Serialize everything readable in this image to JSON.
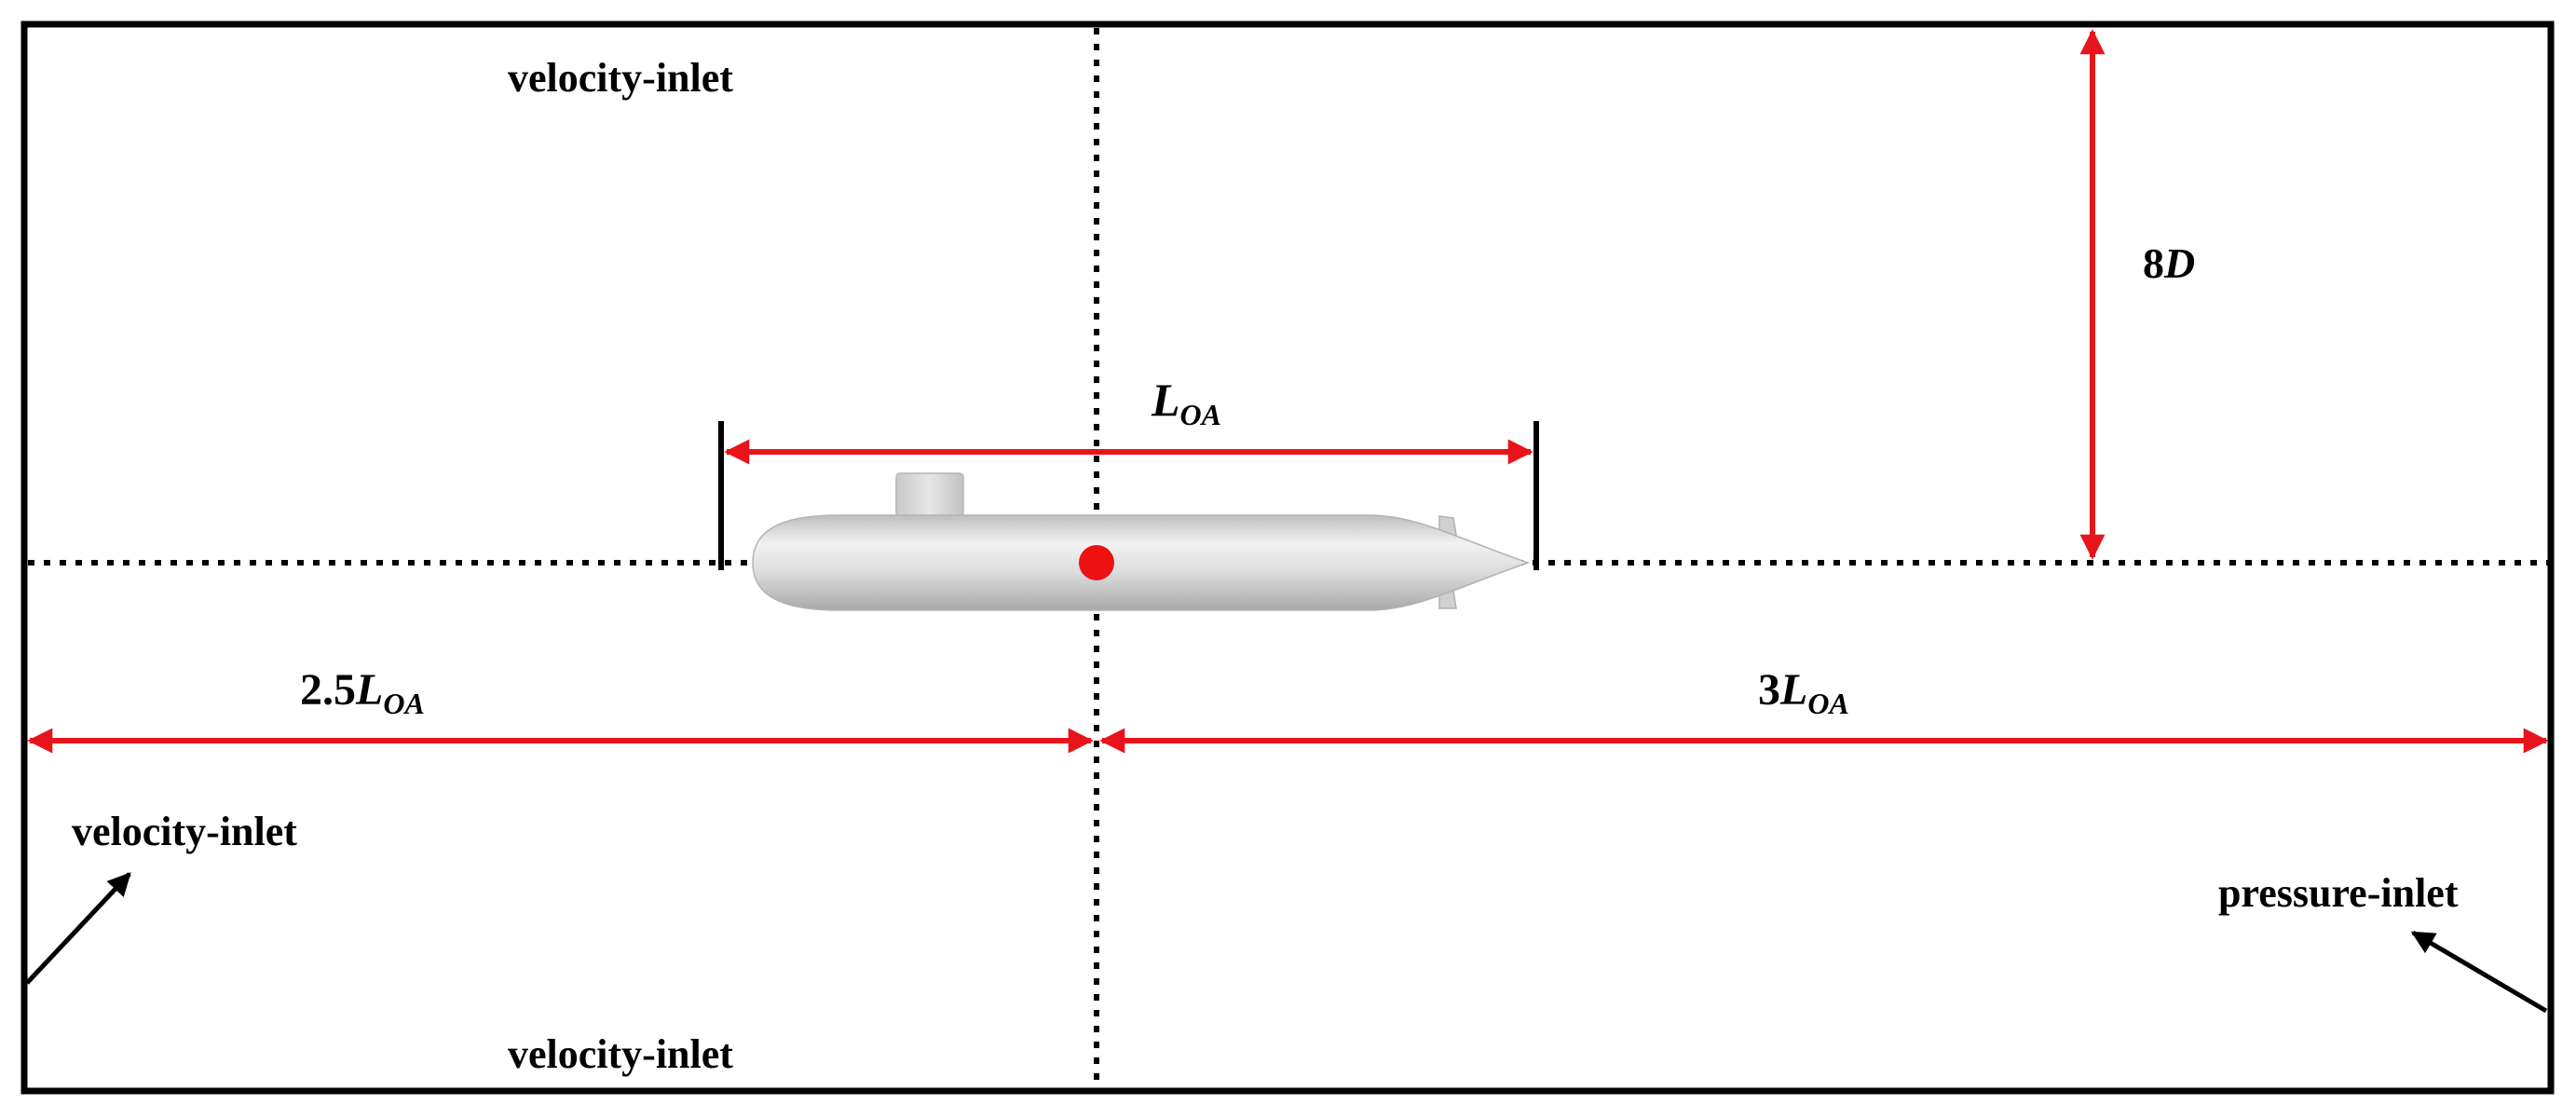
{
  "boundaries": {
    "top": "velocity-inlet",
    "bottom": "velocity-inlet",
    "left": "velocity-inlet",
    "right": "pressure-inlet"
  },
  "dimensions": {
    "height": {
      "num": "8",
      "sym": "D"
    },
    "body_length": {
      "sym": "L",
      "sub": "OA"
    },
    "upstream": {
      "num": "2.5",
      "sym": "L",
      "sub": "OA"
    },
    "downstream": {
      "num": "3",
      "sym": "L",
      "sub": "OA"
    }
  },
  "colors": {
    "dimension_line": "#e8141b",
    "center_point": "#ee1111",
    "axis": "#000000",
    "hull": "#d6d6d6"
  }
}
